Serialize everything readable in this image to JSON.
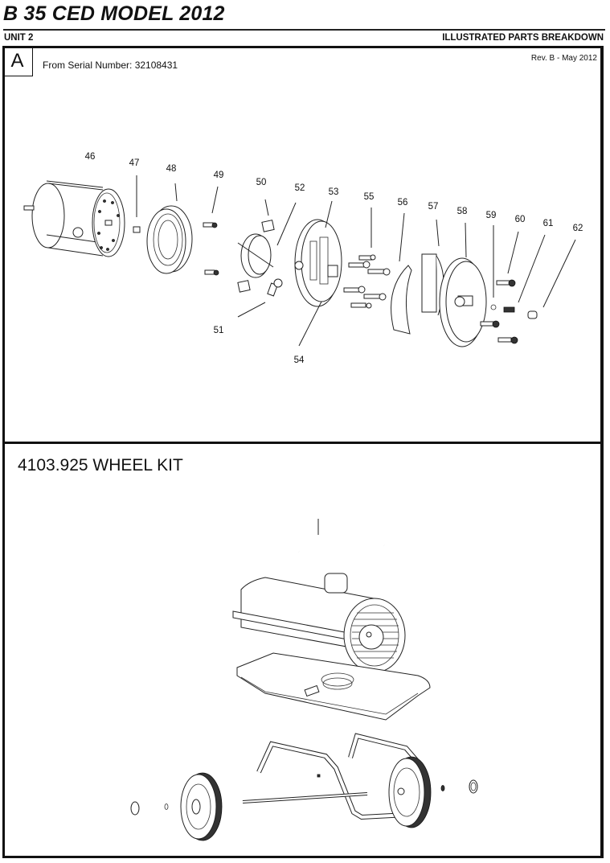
{
  "header": {
    "title": "B 35 CED MODEL 2012",
    "unit": "UNIT 2",
    "section": "ILLUSTRATED PARTS BREAKDOWN"
  },
  "panel_a": {
    "marker": "A",
    "serial_text": "From Serial Number: 32108431",
    "revision": "Rev. B - May 2012",
    "callouts": [
      "46",
      "47",
      "48",
      "49",
      "50",
      "51",
      "52",
      "53",
      "54",
      "55",
      "56",
      "57",
      "58",
      "59",
      "60",
      "61",
      "62"
    ]
  },
  "panel_b": {
    "title": "4103.925 WHEEL KIT"
  }
}
